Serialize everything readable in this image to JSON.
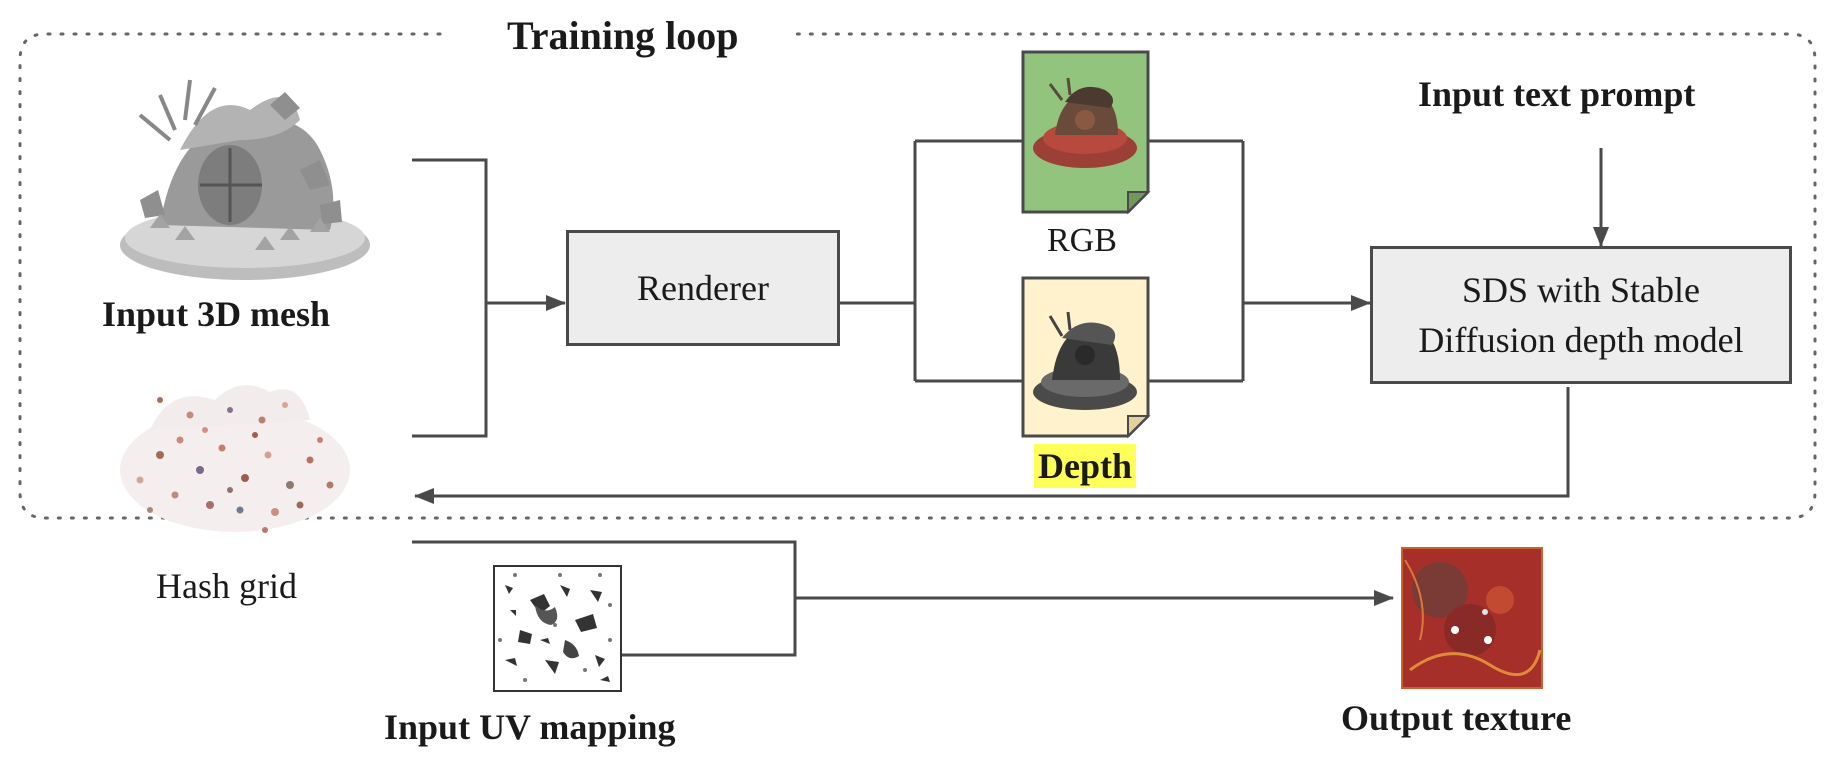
{
  "title": "Training loop",
  "inputs": {
    "mesh_label": "Input 3D mesh",
    "hash_label": "Hash grid",
    "uv_label": "Input UV mapping",
    "text_prompt_label": "Input text prompt"
  },
  "renderer": {
    "label": "Renderer"
  },
  "outputs": {
    "rgb_label": "RGB",
    "depth_label": "Depth"
  },
  "sds": {
    "label_line1": "SDS with Stable",
    "label_line2": "Diffusion depth model"
  },
  "result": {
    "label": "Output texture"
  },
  "colors": {
    "line": "#4a4a4a",
    "rgb_card": "#93c47d",
    "depth_card": "#fff2cc",
    "box_fill": "#ededed",
    "highlight": "#ffff5a"
  },
  "icons": [
    "mesh-image",
    "hash-grid-image",
    "uv-map-image",
    "rgb-render-image",
    "depth-render-image",
    "texture-image"
  ]
}
